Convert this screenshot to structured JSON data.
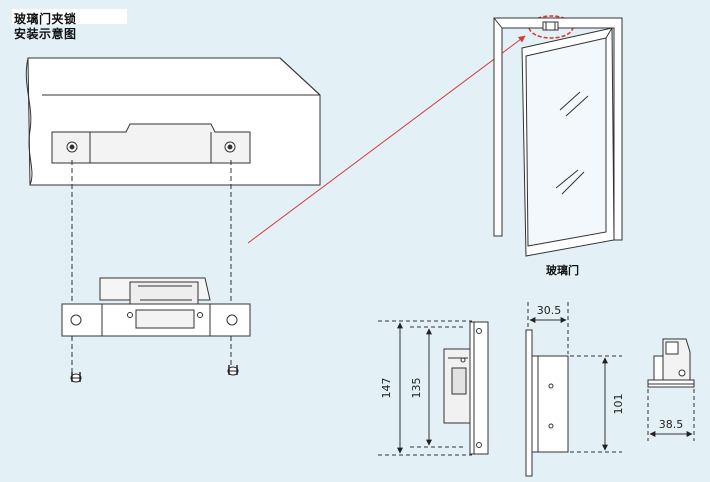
{
  "title": {
    "line1": "玻璃门夹锁",
    "line2": "安装示意图"
  },
  "glass_door_label": "玻璃门",
  "dimensions": {
    "overall_height": "147",
    "inner_height": "135",
    "side_depth": "30.5",
    "side_height": "101",
    "end_width": "38.5"
  },
  "colors": {
    "background": "#e3f1f7",
    "line": "#333333",
    "callout": "#d63a3a",
    "glass": "#ffffff"
  }
}
